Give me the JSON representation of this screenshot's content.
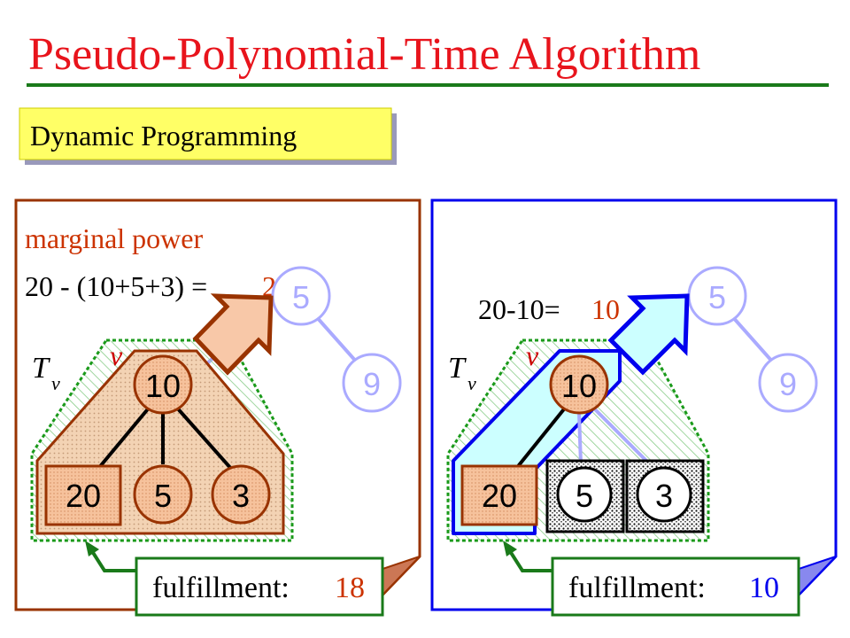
{
  "slide": {
    "title": "Pseudo-Polynomial-Time Algorithm",
    "subtitle_box": "Dynamic Programming",
    "colors": {
      "title": "#e8141c",
      "rule": "#1a7a1a",
      "left_panel": "#993300",
      "right_panel": "#0000ee",
      "highlight_blue": "#ccffff",
      "node_fill": "#f8c8a8",
      "subtree_hatch": "#88cc88",
      "callout_border": "#1a7a1a",
      "value_text": "#cc3300"
    }
  },
  "left_panel": {
    "heading": "marginal power",
    "equation_prefix": "20 - (10+5+3) =",
    "equation_result": "2",
    "subtree_label": "T",
    "subtree_sub": "v",
    "root_label": "v",
    "nodes": {
      "root": "10",
      "leaf_a": "20",
      "leaf_b": "5",
      "leaf_c": "3",
      "far_a": "5",
      "far_b": "9"
    },
    "callout_label": "fulfillment:",
    "callout_value": "18"
  },
  "right_panel": {
    "equation_prefix": "20-10=",
    "equation_result": "10",
    "subtree_label": "T",
    "subtree_sub": "v",
    "root_label": "v",
    "nodes": {
      "root": "10",
      "leaf_a": "20",
      "leaf_b": "5",
      "leaf_c": "3",
      "far_a": "5",
      "far_b": "9"
    },
    "callout_label": "fulfillment:",
    "callout_value": "10"
  }
}
